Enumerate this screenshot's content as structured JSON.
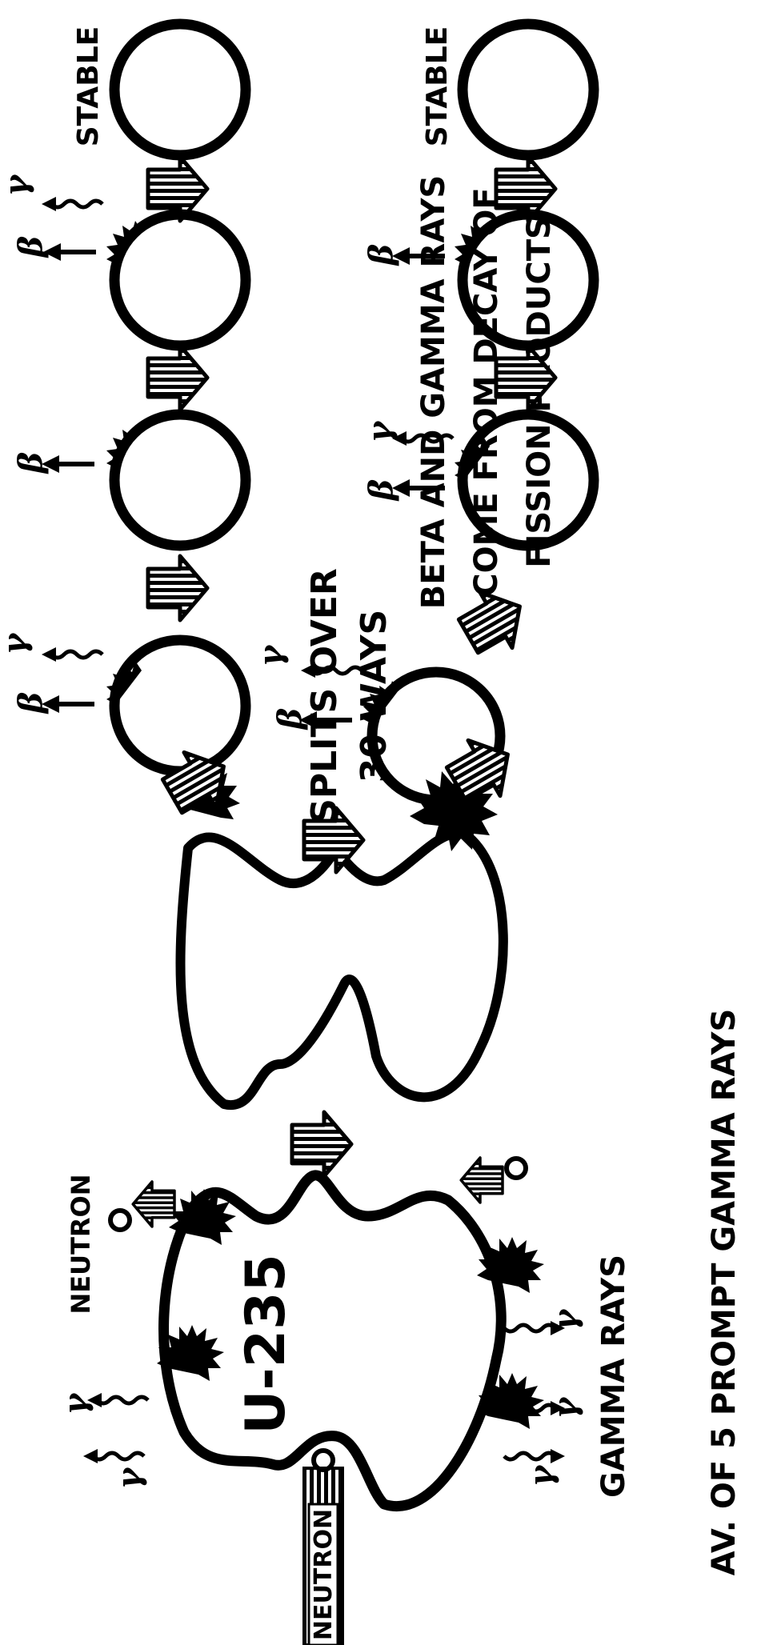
{
  "labels": {
    "stable_top": "STABLE",
    "stable_bottom": "STABLE",
    "decay_line1": "BETA AND GAMMA RAYS",
    "decay_line2": "COME FROM DECAY OF",
    "decay_line3": "FISSION PRODUCTS",
    "splits_line1": "SPLITS OVER",
    "splits_line2": "30 WAYS",
    "neutron_out": "NEUTRON",
    "neutron_in": "NEUTRON",
    "nucleus": "U-235",
    "gamma_rays": "GAMMA RAYS",
    "caption": "AV. OF 5 PROMPT GAMMA RAYS"
  },
  "symbols": {
    "beta": "β",
    "gamma": "γ"
  },
  "colors": {
    "ink": "#000000",
    "paper": "#ffffff"
  }
}
